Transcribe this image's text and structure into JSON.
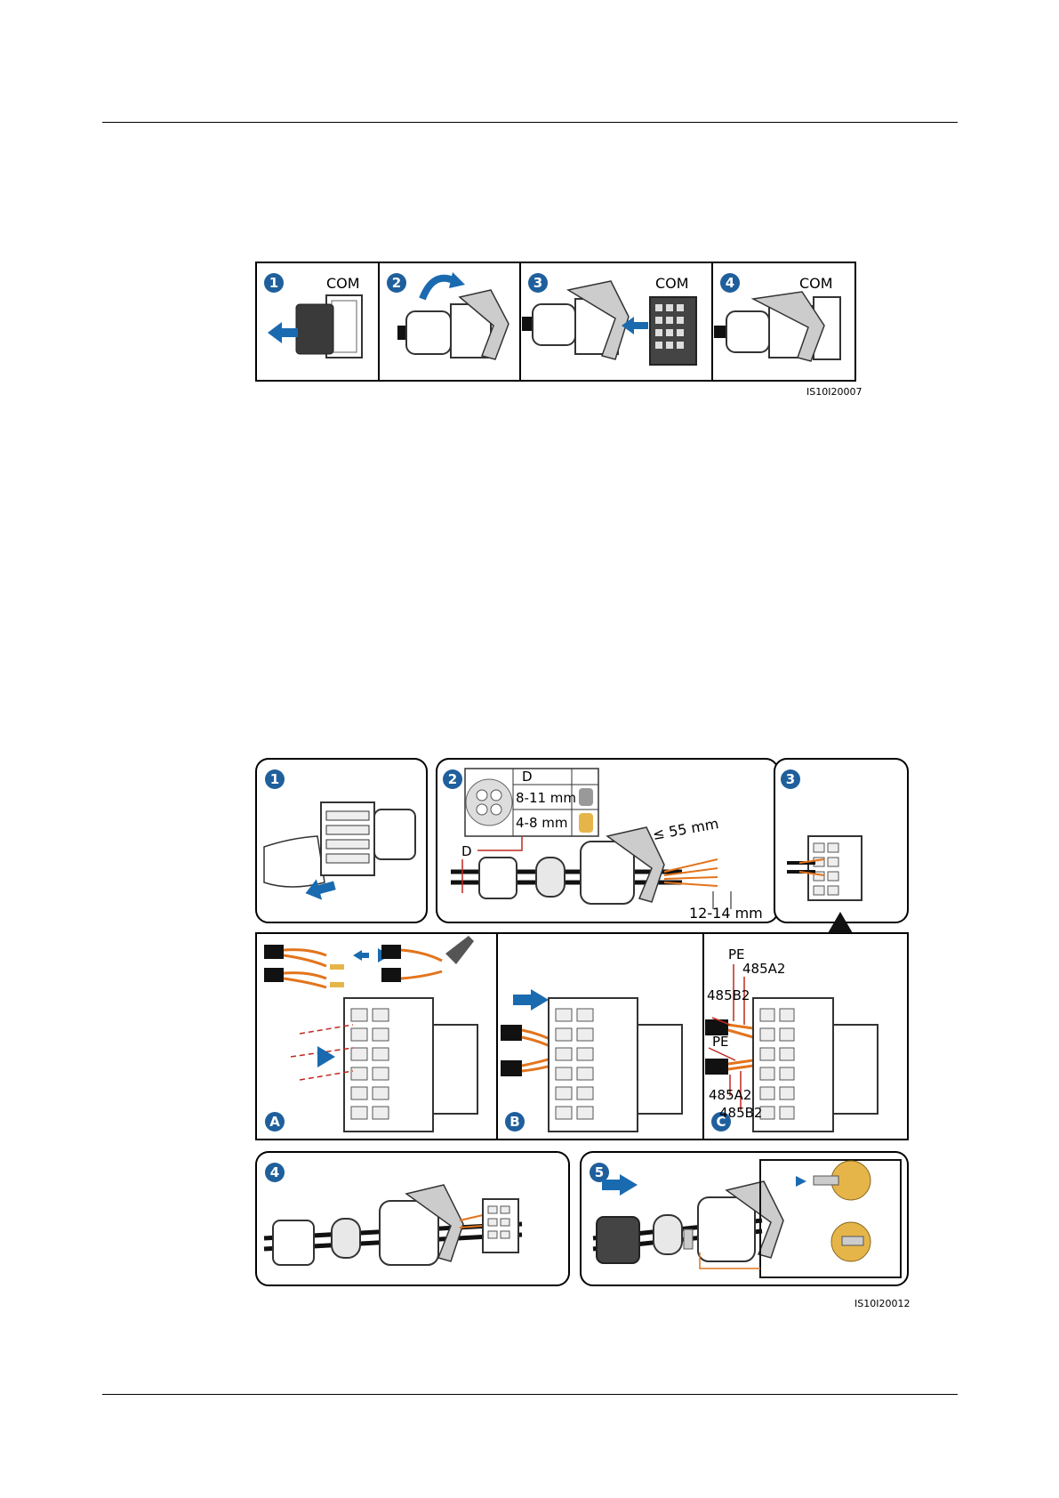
{
  "figure1": {
    "code": "IS10I20007",
    "steps": [
      {
        "num": "1",
        "label": "COM"
      },
      {
        "num": "2",
        "label": ""
      },
      {
        "num": "3",
        "label": "COM"
      },
      {
        "num": "4",
        "label": "COM"
      }
    ]
  },
  "figure2": {
    "code": "IS10I20012",
    "steps": [
      "1",
      "2",
      "3",
      "4",
      "5"
    ],
    "substeps": [
      "A",
      "B",
      "C"
    ],
    "table": {
      "header": "D",
      "rows": [
        "8-11 mm",
        "4-8 mm"
      ]
    },
    "d_label": "D",
    "strip_length": "≤ 55 mm",
    "bare_length": "12-14 mm",
    "wire_labels": {
      "pe_top": "PE",
      "a2_top": "485A2",
      "b2_top": "485B2",
      "pe_mid": "PE",
      "a2_bottom": "485A2",
      "b2_bottom": "485B2"
    }
  },
  "colors": {
    "step_badge": "#1f5f9c",
    "arrow_blue": "#1a6ab0",
    "wire_orange": "#e3741c",
    "dim_red": "#c0281e",
    "terminal_gold": "#e6b54a"
  }
}
